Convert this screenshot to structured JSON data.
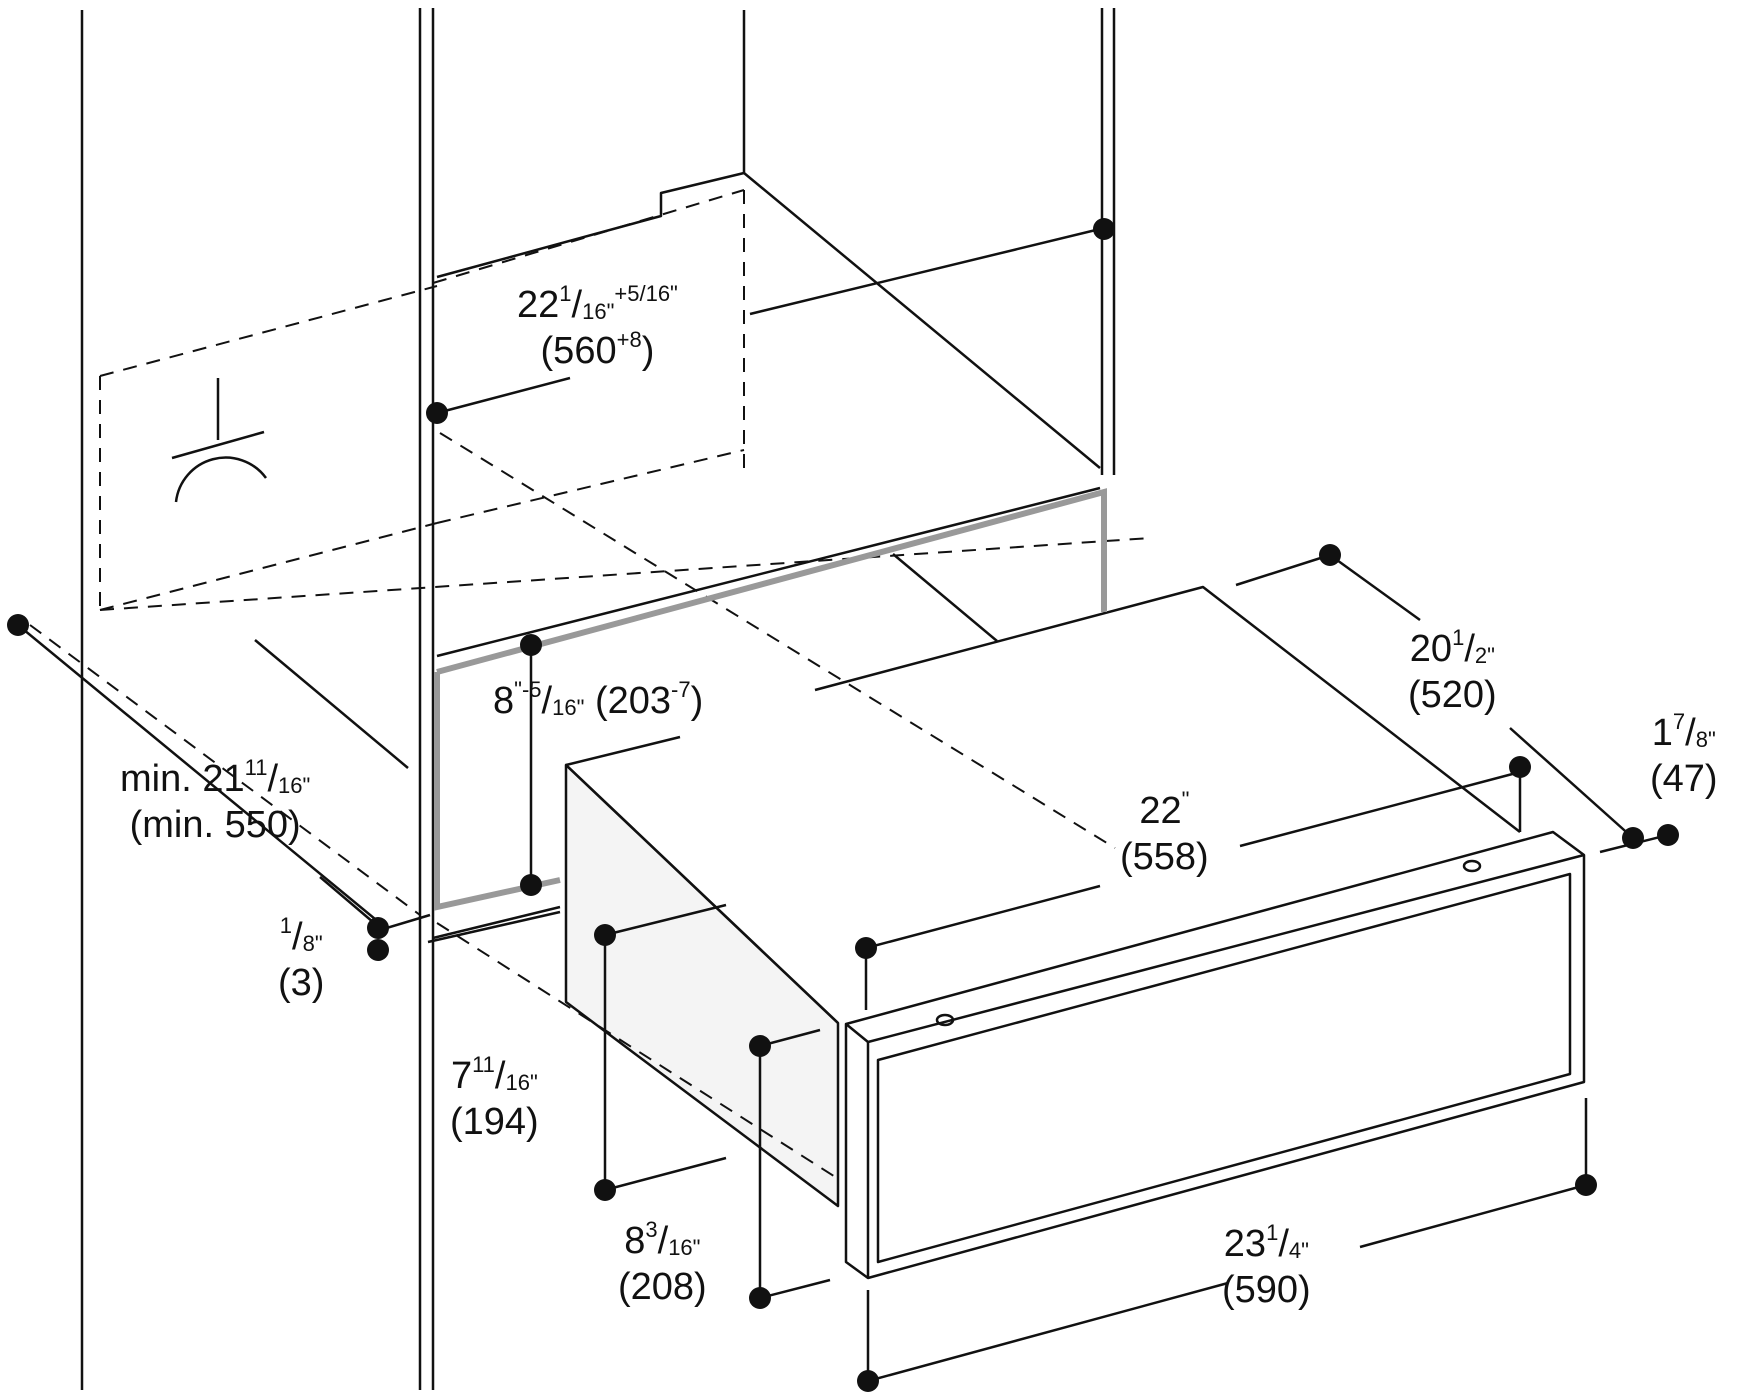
{
  "diagram": {
    "dims": [
      {
        "id": "cabinet-depth",
        "whole": "22",
        "num": "1",
        "den": "16",
        "inch": "\"",
        "tol": "+5/16\"",
        "mm": "(560",
        "mm_tol": "+8",
        "close": ")"
      },
      {
        "id": "niche-height",
        "whole": "8",
        "inch": "\"",
        "tol": "-5",
        "den": "16",
        "inch2": "\"",
        "mm": "(203",
        "mm_tol": "-7",
        "close": ")"
      },
      {
        "id": "min-depth",
        "prefix": "min. 21",
        "num": "11",
        "den": "16",
        "inch": "\"",
        "mm": "(min. 550)"
      },
      {
        "id": "gap",
        "num": "1",
        "den": "8",
        "inch": "\"",
        "mm": "(3)"
      },
      {
        "id": "drawer-height",
        "whole": "7",
        "num": "11",
        "den": "16",
        "inch": "\"",
        "mm": "(194)"
      },
      {
        "id": "front-height",
        "whole": "8",
        "num": "3",
        "den": "16",
        "inch": "\"",
        "mm": "(208)"
      },
      {
        "id": "body-width",
        "whole": "22",
        "inch": "\"",
        "mm": "(558)"
      },
      {
        "id": "body-depth",
        "whole": "20",
        "num": "1",
        "den": "2",
        "inch": "\"",
        "mm": "(520)"
      },
      {
        "id": "front-depth",
        "whole": "1",
        "num": "7",
        "den": "8",
        "inch": "\"",
        "mm": "(47)"
      },
      {
        "id": "front-width",
        "whole": "23",
        "num": "1",
        "den": "4",
        "inch": "\"",
        "mm": "(590)"
      }
    ],
    "colors": {
      "line": "#111111",
      "seal": "#999999",
      "face": "#f4f4f4"
    }
  }
}
